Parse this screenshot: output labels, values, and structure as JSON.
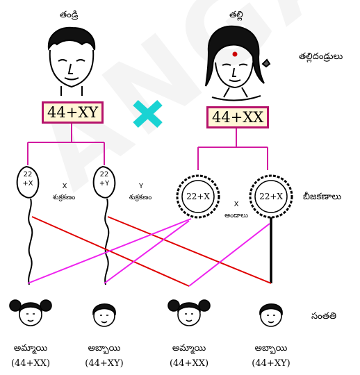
{
  "header": {
    "father_label": "తండ్రి",
    "mother_label": "తల్లి",
    "parents_label": "తల్లిదండ్రులు"
  },
  "karyotypes": {
    "father": "44+XY",
    "mother": "44+XX"
  },
  "gametes": {
    "label": "బీజకణాలు",
    "sperm1_text": "22\n+X",
    "sperm1_caption_top": "X",
    "sperm1_caption_bottom": "శుక్రకణం",
    "sperm2_text": "22\n+Y",
    "sperm2_caption_top": "Y",
    "sperm2_caption_bottom": "శుక్రకణం",
    "egg1_text": "22+X",
    "egg2_text": "22+X",
    "egg_caption_top": "X",
    "egg_caption_bottom": "అండాలు"
  },
  "offspring": {
    "label": "సంతతి",
    "children": [
      {
        "label": "అమ్మాయి",
        "genotype": "(44+XX)"
      },
      {
        "label": "అబ్బాయి",
        "genotype": "(44+XY)"
      },
      {
        "label": "అమ్మాయి",
        "genotype": "(44+XX)"
      },
      {
        "label": "అబ్బాయి",
        "genotype": "(44+XY)"
      }
    ]
  },
  "watermark": "ANGAN",
  "colors": {
    "magenta_box": "#b5126b",
    "karyotype_bg": "#fff7d6",
    "cross_cyan": "#19d3d3",
    "line_red": "#e00000",
    "line_magenta": "#ee22ee"
  }
}
